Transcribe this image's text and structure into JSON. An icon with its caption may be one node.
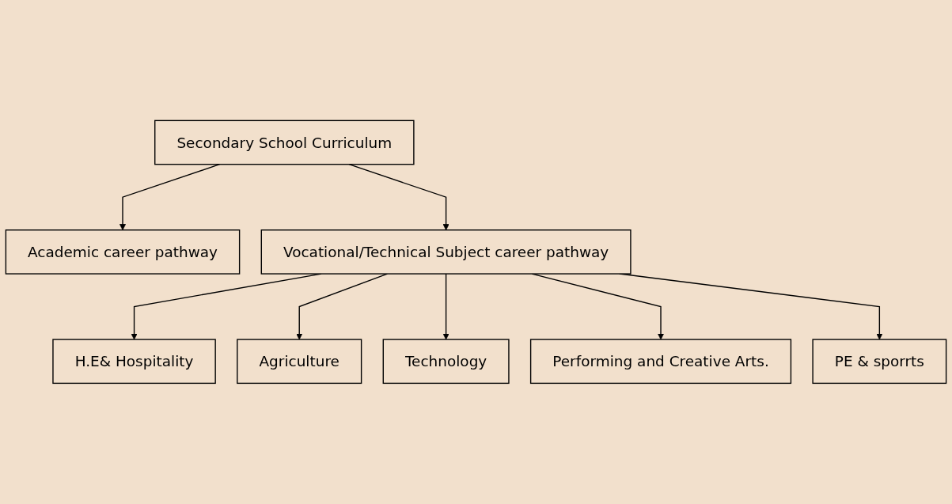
{
  "diagram": {
    "nodes": [
      {
        "text": [
          "Secondary School Curriculum"
        ]
      },
      {
        "text": [
          "Academic career pathway"
        ]
      },
      {
        "text": [
          "Vocational/Technical Subject career pathway"
        ]
      },
      {
        "text": [
          "H.E& Hospitality"
        ]
      },
      {
        "text": [
          "Agriculture"
        ]
      },
      {
        "text": [
          "Technology"
        ]
      },
      {
        "text": [
          "Performing and Creative Arts."
        ]
      },
      {
        "text": [
          "PE & sporrts"
        ]
      }
    ],
    "edges": [
      {
        "from": 0,
        "to": 1,
        "arrow": "to"
      },
      {
        "from": 0,
        "to": 2,
        "arrow": "to"
      },
      {
        "from": 2,
        "to": 3,
        "arrow": "to"
      },
      {
        "from": 2,
        "to": 4,
        "arrow": "to"
      },
      {
        "from": 2,
        "to": 5,
        "arrow": "to"
      },
      {
        "from": 2,
        "to": 6,
        "arrow": "to"
      },
      {
        "from": 2,
        "to": 7,
        "arrow": "to"
      }
    ]
  }
}
